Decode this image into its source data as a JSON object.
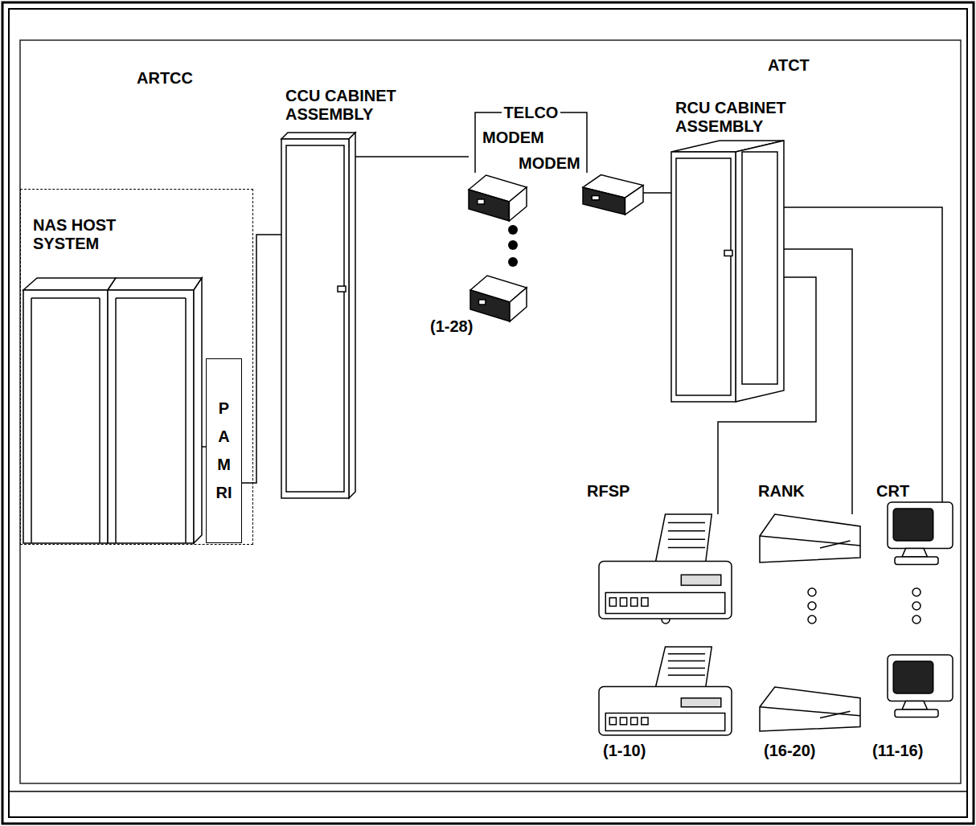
{
  "diagram": {
    "nodes": [
      {
        "text": [
          "NAS HOST SYSTEM"
        ]
      },
      {
        "text": [
          "PAMRI"
        ],
        "in": 0
      },
      {
        "text": [
          "CCU CABINET ASSEMBLY"
        ]
      },
      {
        "text": [
          "MODEM"
        ]
      },
      {
        "text": [
          "MODEM"
        ]
      },
      {
        "text": [
          "(1-28)"
        ]
      },
      {
        "text": [
          "RCU CABINET ASSEMBLY"
        ]
      },
      {
        "text": [
          "RFSP"
        ]
      },
      {
        "text": [
          "(1-10)"
        ]
      },
      {
        "text": [
          "RANK"
        ]
      },
      {
        "text": [
          "(16-20)"
        ]
      },
      {
        "text": [
          "CRT"
        ]
      },
      {
        "text": [
          "(11-16)"
        ]
      }
    ],
    "edges": [
      {
        "from": 1,
        "to": 2,
        "arrow": "none"
      },
      {
        "from": 2,
        "to": 3,
        "arrow": "none"
      },
      {
        "from": 3,
        "to": 4,
        "label": "TELCO",
        "arrow": "none"
      },
      {
        "from": 4,
        "to": 6,
        "arrow": "none"
      },
      {
        "from": 6,
        "to": 7,
        "arrow": "none"
      },
      {
        "from": 6,
        "to": 9,
        "arrow": "none"
      },
      {
        "from": 6,
        "to": 11,
        "arrow": "none"
      }
    ],
    "labels": [
      "ARTCC",
      "ATCT"
    ]
  }
}
